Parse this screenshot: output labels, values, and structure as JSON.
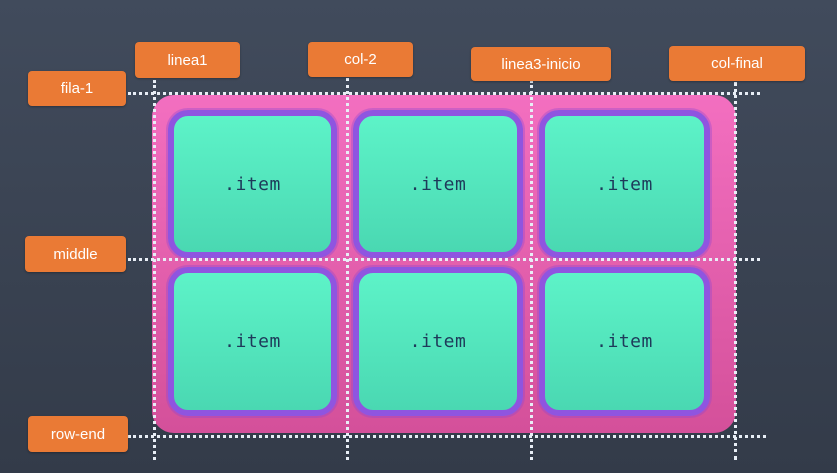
{
  "column_lines": [
    "linea1",
    "col-2",
    "linea3-inicio",
    "col-final"
  ],
  "row_lines": [
    "fila-1",
    "middle",
    "row-end"
  ],
  "items": [
    ".item",
    ".item",
    ".item",
    ".item",
    ".item",
    ".item"
  ],
  "colors": {
    "background": "#3a4352",
    "container": "#f36fc0",
    "item_fill": "#5df3c8",
    "item_border": "#8f55e0",
    "label": "#ea7a35",
    "grid_line": "#e8eef6"
  }
}
